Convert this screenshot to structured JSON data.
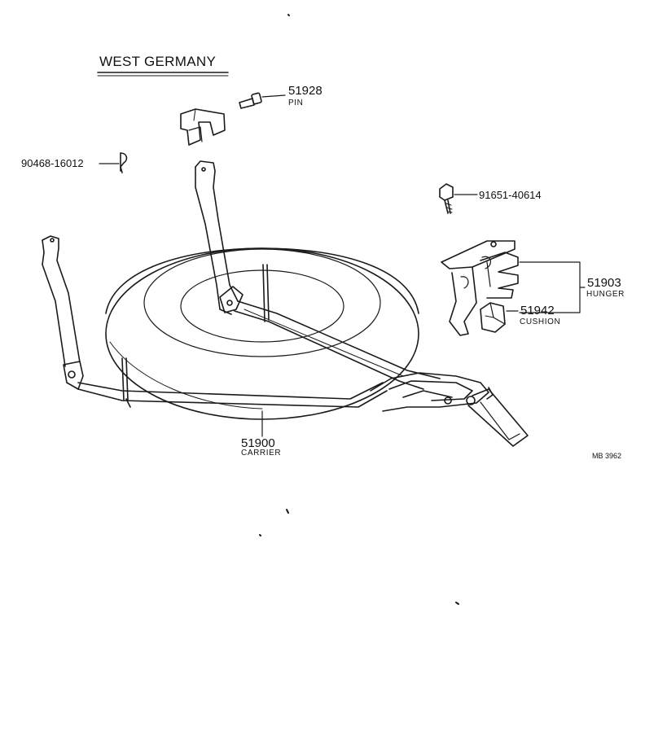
{
  "title": "WEST GERMANY",
  "reference": "MB 3962",
  "parts": {
    "pin": {
      "number": "51928",
      "name": "PIN"
    },
    "clip": {
      "number": "90468-16012"
    },
    "bolt": {
      "number": "91651-40614"
    },
    "hunger": {
      "number": "51903",
      "name": "HUNGER"
    },
    "cushion": {
      "number": "51942",
      "name": "CUSHION"
    },
    "carrier": {
      "number": "51900",
      "name": "CARRIER"
    }
  },
  "colors": {
    "line": "#1a1a1a",
    "background": "#ffffff"
  }
}
